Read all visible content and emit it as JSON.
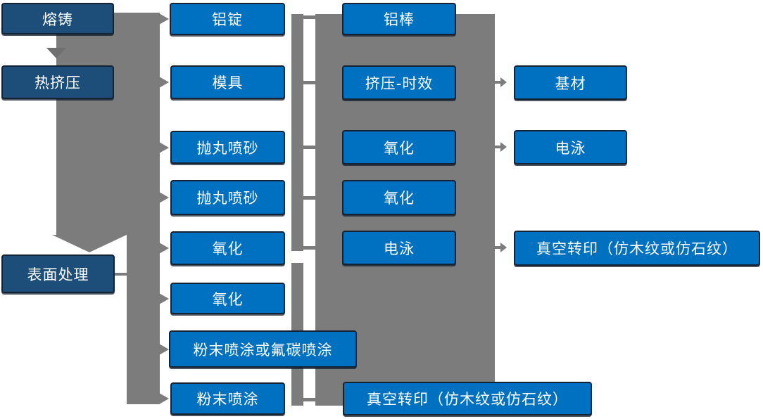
{
  "diagram": {
    "title_hint": "aluminum-profile-production-flow",
    "colors": {
      "box_blue": "#0070C0",
      "box_navy": "#1C4E79",
      "border": "#142334",
      "gray": "#7C7C7C",
      "gray_dark": "#6F6F6F",
      "text": "#FFFFFF"
    },
    "nodes": {
      "melt_casting": "熔铸",
      "hot_extrusion": "热挤压",
      "surface_treatment": "表面处理",
      "aluminum_ingot": "铝锭",
      "mold": "模具",
      "shot_blasting_1": "抛丸喷砂",
      "shot_blasting_2": "抛丸喷砂",
      "oxidation_1": "氧化",
      "oxidation_2": "氧化",
      "powder_fluorocarbon": "粉末喷涂或氟碳喷涂",
      "powder_coating": "粉末喷涂",
      "aluminum_rod": "铝棒",
      "extrusion_aging": "挤压-时效",
      "oxidation_3": "氧化",
      "oxidation_4": "氧化",
      "electrophoresis_1": "电泳",
      "vacuum_transfer_1": "真空转印（仿木纹或仿石纹）",
      "substrate": "基材",
      "electrophoresis_2": "电泳",
      "vacuum_transfer_2": "真空转印（仿木纹或仿石纹）"
    }
  }
}
